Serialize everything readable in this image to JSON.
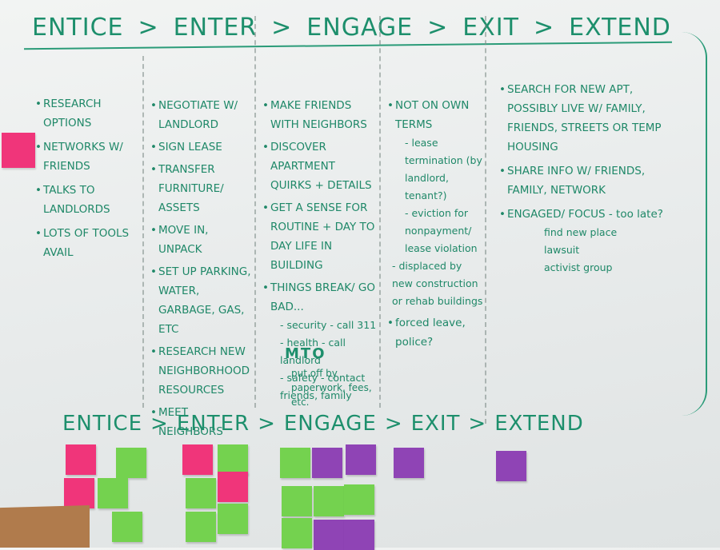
{
  "top_row": {
    "stage1": "ENTICE",
    "sep1": ">",
    "stage2": "ENTER",
    "sep2": ">",
    "stage3": "ENGAGE",
    "sep3": ">",
    "stage4": "EXIT",
    "sep4": ">",
    "stage5": "EXTEND"
  },
  "bottom_row": {
    "stage1": "ENTICE",
    "sep1": ">",
    "stage2": "ENTER",
    "sep2": ">",
    "stage3": "ENGAGE",
    "sep3": ">",
    "stage4": "EXIT",
    "sep4": ">",
    "stage5": "EXTEND"
  },
  "entice": [
    "RESEARCH OPTIONS",
    "NETWORKS W/ FRIENDS",
    "TALKS TO LANDLORDS",
    "LOTS OF TOOLS AVAIL"
  ],
  "enter": [
    "NEGOTIATE W/ LANDLORD",
    "SIGN LEASE",
    "TRANSFER FURNITURE/ ASSETS",
    "MOVE IN, UNPACK",
    "SET UP PARKING, WATER, GARBAGE, GAS, ETC",
    "RESEARCH NEW NEIGHBORHOOD RESOURCES",
    "MEET NEIGHBORS"
  ],
  "engage": [
    "MAKE FRIENDS WITH NEIGHBORS",
    "DISCOVER APARTMENT QUIRKS + DETAILS",
    "GET A SENSE FOR ROUTINE + DAY TO DAY LIFE IN BUILDING",
    "THINGS BREAK/ GO BAD..."
  ],
  "engage_sub": [
    "- security - call 311",
    "- health - call landlord",
    "- safety - contact friends, family"
  ],
  "engage_mto": "MTO",
  "engage_last": "put off by paperwork, fees, etc.",
  "exit": [
    "NOT ON OWN TERMS"
  ],
  "exit_sub": [
    "- lease termination (by landlord, tenant?)",
    "- eviction for nonpayment/ lease violation"
  ],
  "exit_more": [
    "- displaced by new construction or rehab buildings",
    "forced leave, police?"
  ],
  "extend": [
    "SEARCH FOR NEW APT, POSSIBLY LIVE W/ FAMILY, FRIENDS, STREETS OR TEMP HOUSING",
    "SHARE INFO W/ FRIENDS, FAMILY, NETWORK",
    "ENGAGED/ FOCUS - too late?"
  ],
  "extend_sub": [
    "find new place",
    "lawsuit",
    "activist group"
  ],
  "colors": {
    "ink": "#1f8a6a",
    "pink": "#f0357a",
    "green": "#74d24f",
    "purple": "#8f44b5",
    "board": "#eceeed"
  }
}
